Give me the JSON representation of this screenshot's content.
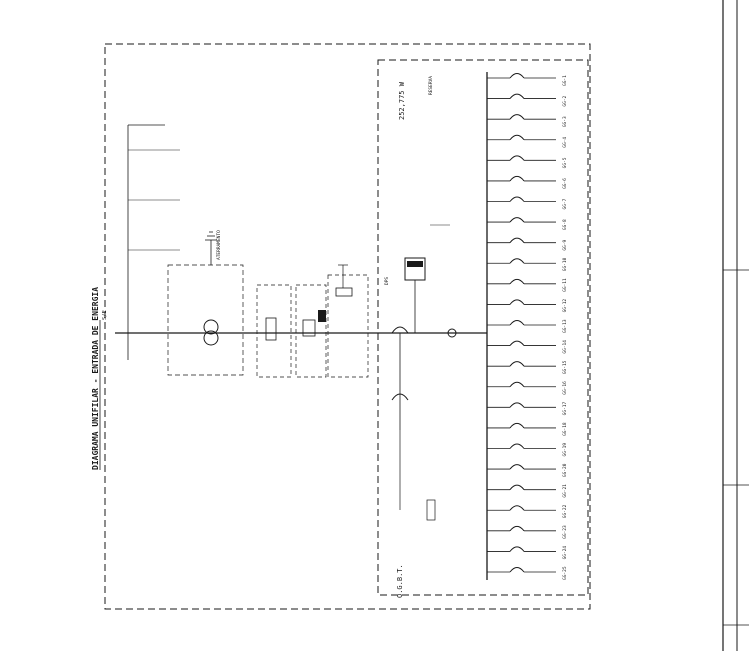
{
  "diagram": {
    "title": "DIAGRAMA UNIFILAR - ENTRADA DE ENERGIA",
    "title_scale": "S/E",
    "power_label": "252,775 W",
    "panel_label": "Q.G.B.T.",
    "spare_label": "RESERVA",
    "protection_note": "DPS",
    "earth_note": "ATERRAMENTO",
    "circuits": [
      "GG-1",
      "GG-2",
      "GG-3",
      "GG-4",
      "GG-5",
      "GG-6",
      "GG-7",
      "GG-8",
      "GG-9",
      "GG-10",
      "GG-11",
      "GG-12",
      "GG-13",
      "GG-14",
      "GG-15",
      "GG-16",
      "GG-17",
      "GG-18",
      "GG-19",
      "GG-20",
      "GG-21",
      "GG-22",
      "GG-23",
      "GG-24",
      "GG-25"
    ]
  },
  "colors": {
    "ink": "#1a1a1a",
    "paper": "#ffffff"
  }
}
